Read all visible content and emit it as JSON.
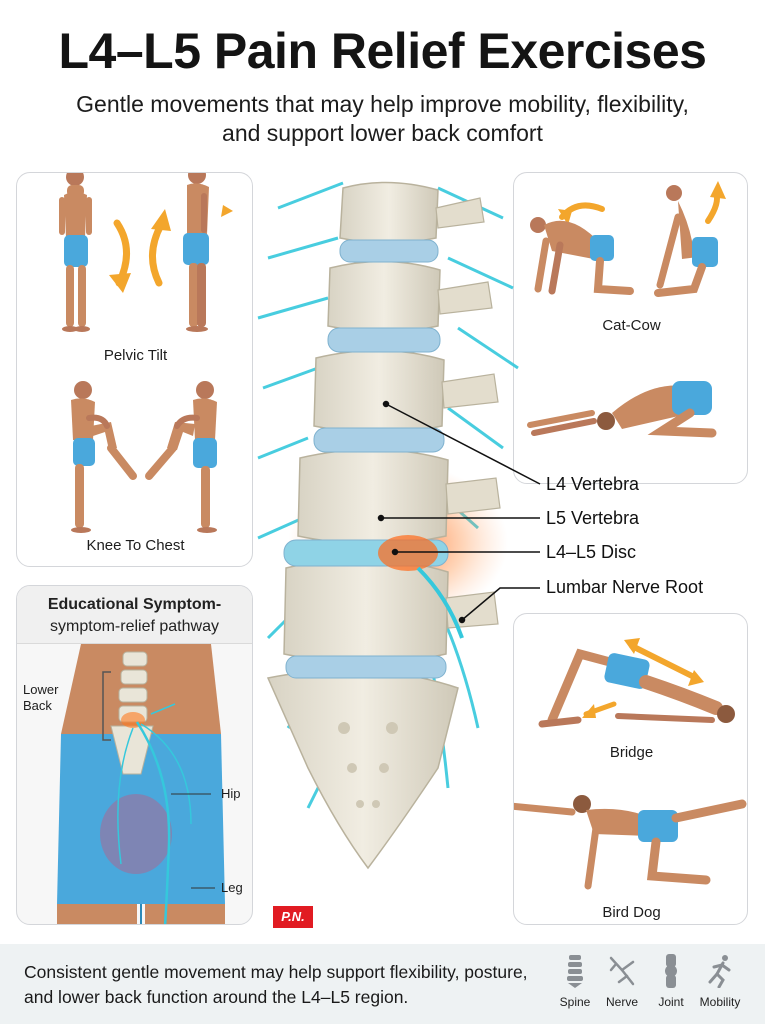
{
  "header": {
    "title": "L4–L5 Pain Relief Exercises",
    "subtitle": "Gentle movements that may help improve mobility, flexibility, and support lower back comfort"
  },
  "exercises_left": [
    {
      "label": "Pelvic Tilt"
    },
    {
      "label": "Knee To Chest"
    }
  ],
  "exercises_right": [
    {
      "label": "Cat-Cow"
    },
    {
      "label": "Bridge"
    },
    {
      "label": "Bird Dog"
    }
  ],
  "symptom_panel": {
    "title_line1": "Educational Symptom-",
    "title_line2": "symptom-relief pathway",
    "label_lower_back": "Lower\nBack",
    "label_lower_back_l1": "Lower",
    "label_lower_back_l2": "Back",
    "label_hip": "Hip",
    "label_leg": "Leg"
  },
  "spine_callouts": [
    {
      "label": "L4 Vertebra"
    },
    {
      "label": "L5 Vertebra"
    },
    {
      "label": "L4–L5 Disc"
    },
    {
      "label": "Lumbar Nerve Root"
    }
  ],
  "badge": "P.N.",
  "footer": {
    "text": "Consistent gentle movement may help support flexibility, posture, and lower back function around the L4–L5 region.",
    "icons": [
      {
        "name": "spine-icon",
        "label": "Spine"
      },
      {
        "name": "nerve-icon",
        "label": "Nerve"
      },
      {
        "name": "joint-icon",
        "label": "Joint"
      },
      {
        "name": "mobility-icon",
        "label": "Mobility"
      }
    ]
  },
  "colors": {
    "skin": "#c98a62",
    "shorts": "#4aa8dc",
    "nerve": "#35c8dc",
    "bone": "#e9e5d8",
    "disc": "#a9cfe6",
    "inflammation": "#ff6a1a",
    "arrow": "#f3a62c",
    "badge": "#e11b22"
  }
}
